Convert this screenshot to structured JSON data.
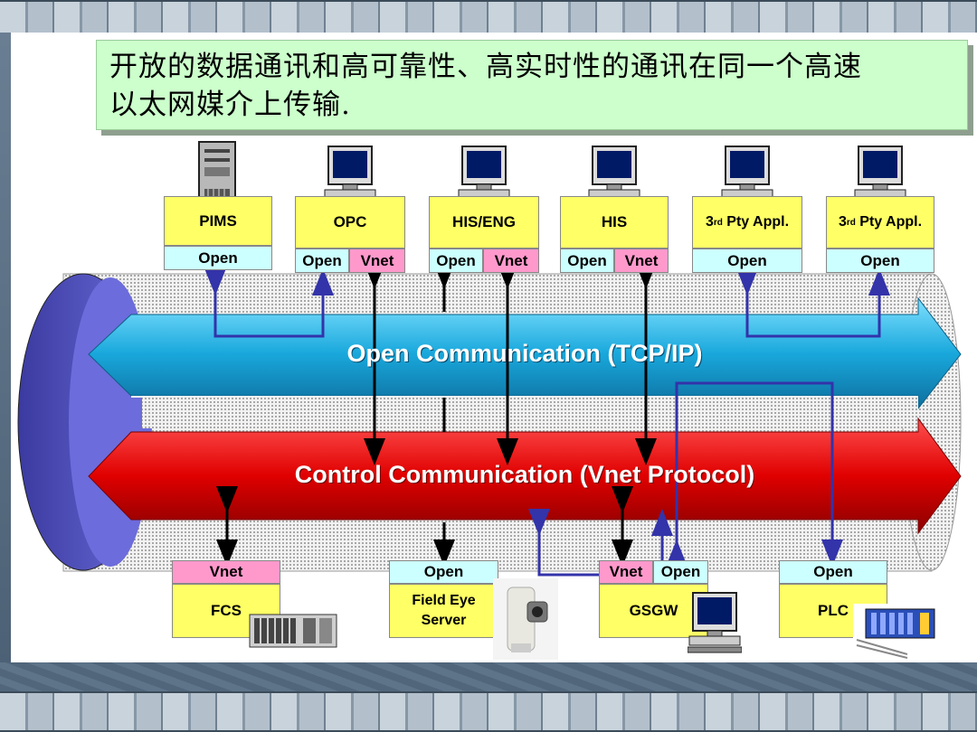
{
  "headline": {
    "line1": "开放的数据通讯和高可靠性、高实时性的通讯在同一个高速",
    "line2": "以太网媒介上传输."
  },
  "channels": {
    "open": "Open Communication (TCP/IP)",
    "control": "Control Communication (Vnet Protocol)"
  },
  "top_nodes": [
    {
      "name": "PIMS",
      "tags": [
        "Open"
      ],
      "icon": "server-tower-icon"
    },
    {
      "name": "OPC",
      "tags": [
        "Open",
        "Vnet"
      ],
      "icon": "computer-icon"
    },
    {
      "name": "HIS/ENG",
      "tags": [
        "Open",
        "Vnet"
      ],
      "icon": "computer-icon"
    },
    {
      "name": "HIS",
      "tags": [
        "Open",
        "Vnet"
      ],
      "icon": "computer-icon"
    },
    {
      "name_pre": "3",
      "name_sup": "rd",
      "name_post": " Pty Appl.",
      "tags": [
        "Open"
      ],
      "icon": "computer-icon"
    },
    {
      "name_pre": "3",
      "name_sup": "rd",
      "name_post": " Pty Appl.",
      "tags": [
        "Open"
      ],
      "icon": "computer-icon"
    }
  ],
  "bottom_nodes": [
    {
      "name": "FCS",
      "tags": [
        "Vnet"
      ],
      "icon": "controller-rack-icon"
    },
    {
      "name_l1": "Field Eye",
      "name_l2": "Server",
      "tags": [
        "Open"
      ],
      "icon": "camera-device-icon"
    },
    {
      "name": "GSGW",
      "tags": [
        "Vnet",
        "Open"
      ],
      "icon": "computer-icon"
    },
    {
      "name": "PLC",
      "tags": [
        "Open"
      ],
      "icon": "plc-module-icon"
    }
  ],
  "colors": {
    "open_channel": "#1ab3e6",
    "control_channel": "#e00000",
    "node_fill": "#ffff66",
    "open_tag": "#ccffff",
    "vnet_tag": "#ff99cc",
    "link_line": "#3333aa"
  }
}
